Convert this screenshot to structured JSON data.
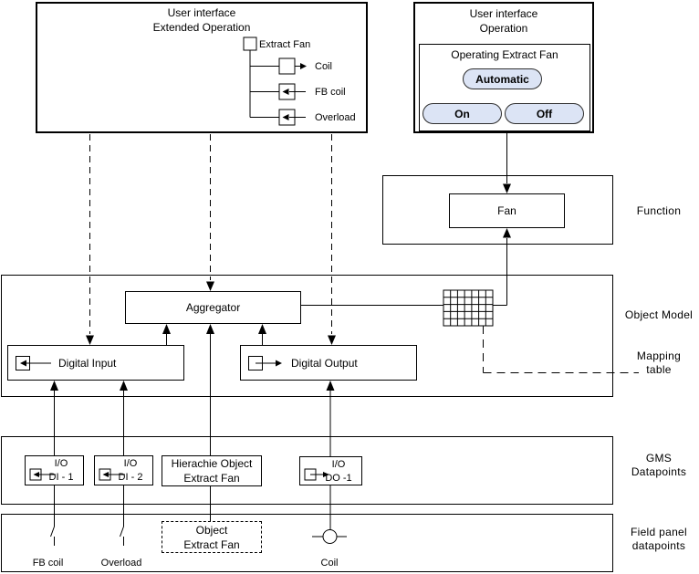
{
  "extended_ui": {
    "title_line1": "User interface",
    "title_line2": "Extended Operation",
    "root_label": "Extract Fan",
    "children": [
      {
        "label": "Coil",
        "direction": "output"
      },
      {
        "label": "FB coil",
        "direction": "input"
      },
      {
        "label": "Overload",
        "direction": "input"
      }
    ]
  },
  "operation_ui": {
    "title_line1": "User interface",
    "title_line2": "Operation",
    "panel_title": "Operating Extract Fan",
    "automatic_button": "Automatic",
    "on_button": "On",
    "off_button": "Off"
  },
  "function_section": {
    "label": "Function",
    "fan_label": "Fan"
  },
  "object_model": {
    "label": "Object Model",
    "aggregator_label": "Aggregator",
    "digital_input_label": "Digital Input",
    "digital_output_label": "Digital Output",
    "mapping_label_line1": "Mapping",
    "mapping_label_line2": "table"
  },
  "gms": {
    "label_line1": "GMS",
    "label_line2": "Datapoints",
    "di1_line1": "I/O",
    "di1_line2": "DI - 1",
    "di2_line1": "I/O",
    "di2_line2": "DI - 2",
    "hierarchie_line1": "Hierachie Object",
    "hierarchie_line2": "Extract Fan",
    "do1_line1": "I/O",
    "do1_line2": "DO -1"
  },
  "field_panel": {
    "label_line1": "Field panel",
    "label_line2": "datapoints",
    "fb_coil_label": "FB coil",
    "overload_label": "Overload",
    "object_line1": "Object",
    "object_line2": "Extract Fan",
    "coil_label": "Coil"
  },
  "colors": {
    "button_fill": "#dce4f5",
    "line": "#000000",
    "background": "#ffffff"
  }
}
